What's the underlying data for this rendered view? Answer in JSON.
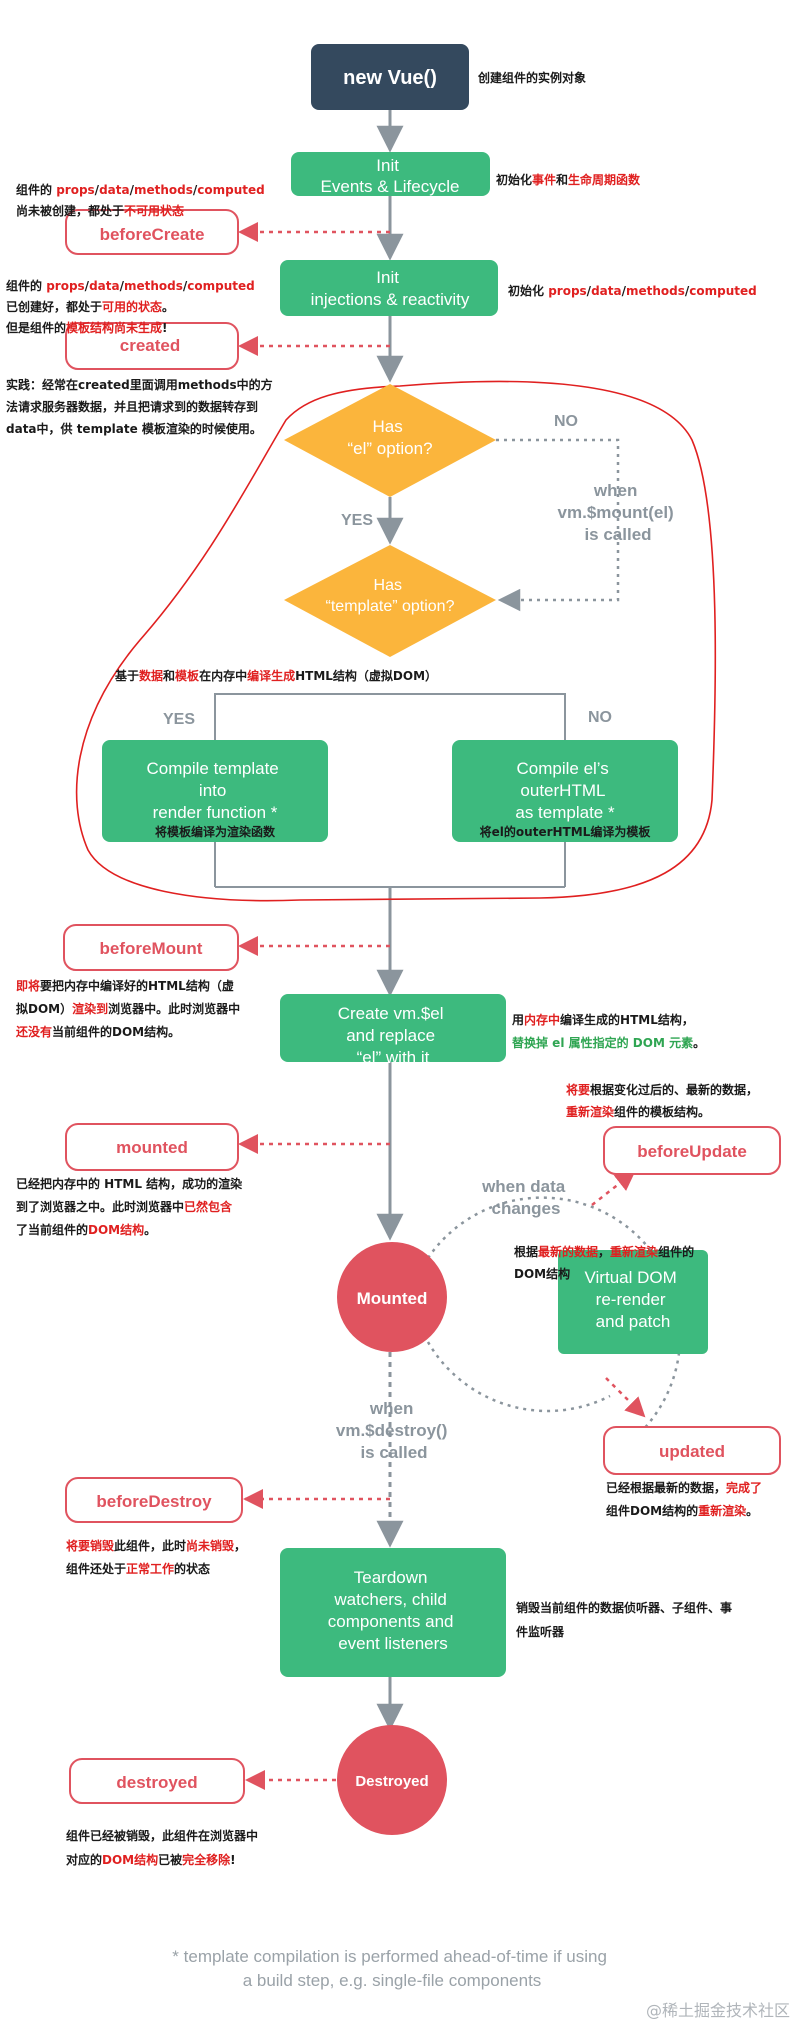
{
  "colors": {
    "green": "#3dba7e",
    "dark": "#34495e",
    "yellow": "#fbb53c",
    "red": "#e0535f",
    "gray_line": "#8b959d",
    "annotation_red": "#e02020",
    "annotation_green": "#2fa552"
  },
  "nodes": {
    "new_vue": "new Vue()",
    "init_events": [
      "Init",
      "Events & Lifecycle"
    ],
    "init_injections": [
      "Init",
      "injections & reactivity"
    ],
    "has_el": [
      "Has",
      "“el” option?"
    ],
    "has_template": [
      "Has",
      "“template” option?"
    ],
    "compile_template": [
      "Compile template",
      "into",
      "render function *"
    ],
    "compile_template_note": "将模板编译为渲染函数",
    "compile_el": [
      "Compile el’s",
      "outerHTML",
      "as template *"
    ],
    "compile_el_note": "将el的outerHTML编译为模板",
    "create_el": [
      "Create vm.$el",
      "and replace",
      "“el” with it"
    ],
    "mounted_circle": "Mounted",
    "vdom": [
      "Virtual DOM",
      "re-render",
      "and patch"
    ],
    "teardown": [
      "Teardown",
      "watchers, child",
      "components and",
      "event listeners"
    ],
    "destroyed_circle": "Destroyed"
  },
  "labels": {
    "no1": "NO",
    "when_mount": [
      "when",
      "vm.$mount(el)",
      "is called"
    ],
    "yes1": "YES",
    "yes2": "YES",
    "no2": "NO",
    "when_data": [
      "when data",
      "changes"
    ],
    "when_destroy": [
      "when",
      "vm.$destroy()",
      "is called"
    ]
  },
  "hooks": {
    "before_create": "beforeCreate",
    "created": "created",
    "before_mount": "beforeMount",
    "mounted": "mounted",
    "before_update": "beforeUpdate",
    "updated": "updated",
    "before_destroy": "beforeDestroy",
    "destroyed": "destroyed"
  },
  "annotations": {
    "new_vue": "创建组件的实例对象",
    "init_events": [
      [
        [
          "初始化",
          "k"
        ],
        [
          "事件",
          "r"
        ],
        [
          "和",
          "k"
        ],
        [
          "生命周期函数",
          "r"
        ]
      ]
    ],
    "before_create": [
      [
        [
          "组件的 ",
          "k"
        ],
        [
          "props",
          "r"
        ],
        [
          "/",
          "k"
        ],
        [
          "data",
          "r"
        ],
        [
          "/",
          "k"
        ],
        [
          "methods",
          "r"
        ],
        [
          "/",
          "k"
        ],
        [
          "computed",
          "r"
        ]
      ],
      [
        [
          "尚未被创建，都处于",
          "k"
        ],
        [
          "不可用状态",
          "r"
        ]
      ]
    ],
    "init_injections": [
      [
        [
          "初始化  ",
          "k"
        ],
        [
          "props",
          "r"
        ],
        [
          "/",
          "k"
        ],
        [
          "data",
          "r"
        ],
        [
          "/",
          "k"
        ],
        [
          "methods",
          "r"
        ],
        [
          "/",
          "k"
        ],
        [
          "computed",
          "r"
        ]
      ]
    ],
    "created_top": [
      [
        [
          "组件的 ",
          "k"
        ],
        [
          "props",
          "r"
        ],
        [
          "/",
          "k"
        ],
        [
          "data",
          "r"
        ],
        [
          "/",
          "k"
        ],
        [
          "methods",
          "r"
        ],
        [
          "/",
          "k"
        ],
        [
          "computed",
          "r"
        ]
      ],
      [
        [
          "已创建好，都处于",
          "k"
        ],
        [
          "可用的状态",
          "r"
        ],
        [
          "。",
          "k"
        ]
      ],
      [
        [
          "但是组件的",
          "k"
        ],
        [
          "模板结构尚未生成",
          "r"
        ],
        [
          "!",
          "k"
        ]
      ]
    ],
    "practice": [
      [
        [
          "实践：经常在created里面调用methods中的方",
          "k"
        ]
      ],
      [
        [
          "法请求服务器数据，并且把请求到的数据转存到",
          "k"
        ]
      ],
      [
        [
          "data中，供 template 模板渲染的时候使用。",
          "k"
        ]
      ]
    ],
    "compile_desc": [
      [
        [
          "基于",
          "k"
        ],
        [
          "数据",
          "r"
        ],
        [
          "和",
          "k"
        ],
        [
          "模板",
          "r"
        ],
        [
          "在内存中",
          "k"
        ],
        [
          "编译生成",
          "r"
        ],
        [
          "HTML结构（虚拟DOM）",
          "k"
        ]
      ]
    ],
    "before_mount": [
      [
        [
          "即将",
          "r"
        ],
        [
          "要把内存中编译好的HTML结构（虚",
          "k"
        ]
      ],
      [
        [
          "拟DOM）",
          "k"
        ],
        [
          "渲染到",
          "r"
        ],
        [
          "浏览器中。此时浏览器中",
          "k"
        ]
      ],
      [
        [
          "还没有",
          "r"
        ],
        [
          "当前组件的DOM结构。",
          "k"
        ]
      ]
    ],
    "create_el": [
      [
        [
          "用",
          "k"
        ],
        [
          "内存中",
          "r"
        ],
        [
          "编译生成的HTML结构，",
          "k"
        ]
      ],
      [
        [
          "替换掉 el 属性指定的 DOM 元素",
          "g"
        ],
        [
          "。",
          "k"
        ]
      ]
    ],
    "before_update": [
      [
        [
          "将要",
          "r"
        ],
        [
          "根据变化过后的、最新的数据，",
          "k"
        ]
      ],
      [
        [
          "重新渲染",
          "r"
        ],
        [
          "组件的模板结构。",
          "k"
        ]
      ]
    ],
    "mounted": [
      [
        [
          "已经把内存中的 HTML 结构，成功的渲染",
          "k"
        ]
      ],
      [
        [
          "到了浏览器之中。此时浏览器中",
          "k"
        ],
        [
          "已然包含",
          "r"
        ]
      ],
      [
        [
          "了当前组件的",
          "k"
        ],
        [
          "DOM结构",
          "r"
        ],
        [
          "。",
          "k"
        ]
      ]
    ],
    "vdom": [
      [
        [
          "根据",
          "k"
        ],
        [
          "最新的数据",
          "r"
        ],
        [
          "，",
          "k"
        ],
        [
          "重新渲染",
          "r"
        ],
        [
          "组件的",
          "k"
        ]
      ],
      [
        [
          "DOM结构",
          "k"
        ]
      ]
    ],
    "updated": [
      [
        [
          "已经根据最新的数据，",
          "k"
        ],
        [
          "完成了",
          "r"
        ]
      ],
      [
        [
          "组件DOM结构的",
          "k"
        ],
        [
          "重新渲染",
          "r"
        ],
        [
          "。",
          "k"
        ]
      ]
    ],
    "before_destroy": [
      [
        [
          "将要销毁",
          "r"
        ],
        [
          "此组件，此时",
          "k"
        ],
        [
          "尚未销毁",
          "r"
        ],
        [
          "，",
          "k"
        ]
      ],
      [
        [
          "组件还处于",
          "k"
        ],
        [
          "正常工作",
          "r"
        ],
        [
          "的状态",
          "k"
        ]
      ]
    ],
    "teardown": [
      [
        [
          "销毁当前组件的数据侦听器、子组件、事",
          "k"
        ]
      ],
      [
        [
          "件监听器",
          "k"
        ]
      ]
    ],
    "destroyed": [
      [
        [
          "组件已经被销毁，此组件在浏览器中",
          "k"
        ]
      ],
      [
        [
          "对应的",
          "k"
        ],
        [
          "DOM结构",
          "r"
        ],
        [
          "已被",
          "k"
        ],
        [
          "完全移除",
          "r"
        ],
        [
          "!",
          "k"
        ]
      ]
    ]
  },
  "footer": [
    "* template compilation is performed ahead-of-time if using",
    "a build step, e.g. single-file components"
  ],
  "watermark": "@稀土掘金技术社区"
}
